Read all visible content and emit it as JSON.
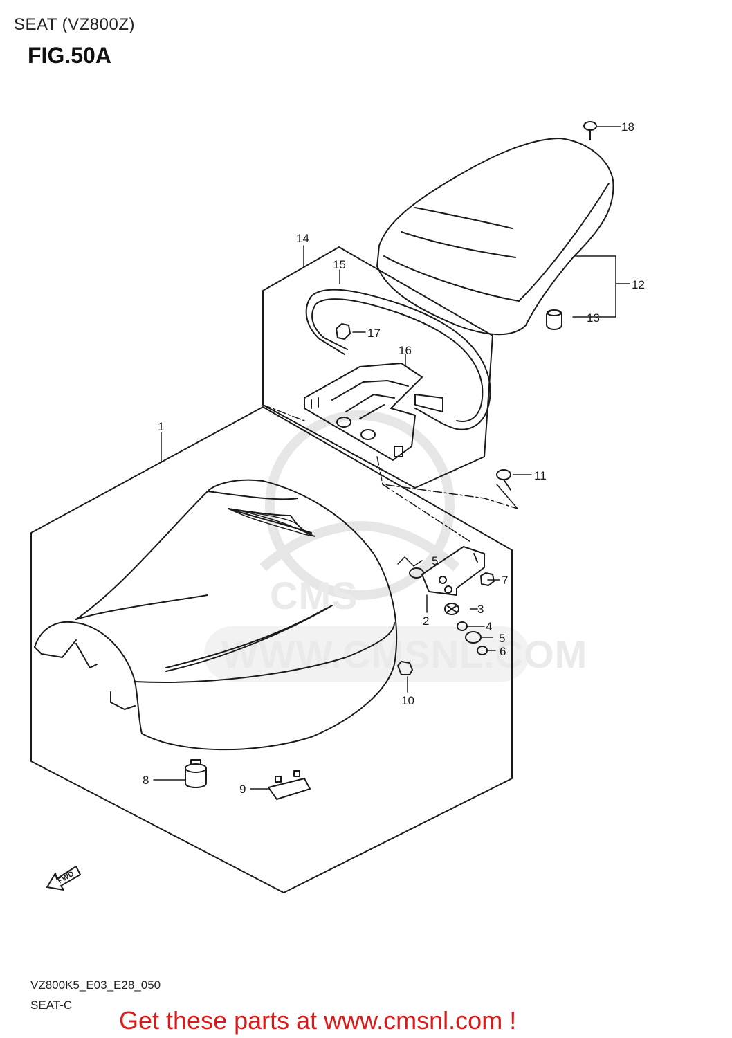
{
  "header": {
    "section_title": "SEAT (VZ800Z)",
    "figure_title": "FIG.50A"
  },
  "watermark": {
    "text": "WWW.CMSNL.COM",
    "letters": "CMS"
  },
  "callouts": {
    "c1": "1",
    "c2": "2",
    "c3": "3",
    "c4": "4",
    "c5a": "5",
    "c5b": "5",
    "c6": "6",
    "c7": "7",
    "c8": "8",
    "c9": "9",
    "c10": "10",
    "c11": "11",
    "c12": "12",
    "c13": "13",
    "c14": "14",
    "c15": "15",
    "c16": "16",
    "c17": "17",
    "c18": "18"
  },
  "direction_marker": {
    "label": "FWD"
  },
  "footer": {
    "diagram_code": "VZ800K5_E03_E28_050",
    "diagram_name": "SEAT-C",
    "call_to_action": "Get these parts at www.cmsnl.com !",
    "cta_color": "#d71a1a"
  }
}
